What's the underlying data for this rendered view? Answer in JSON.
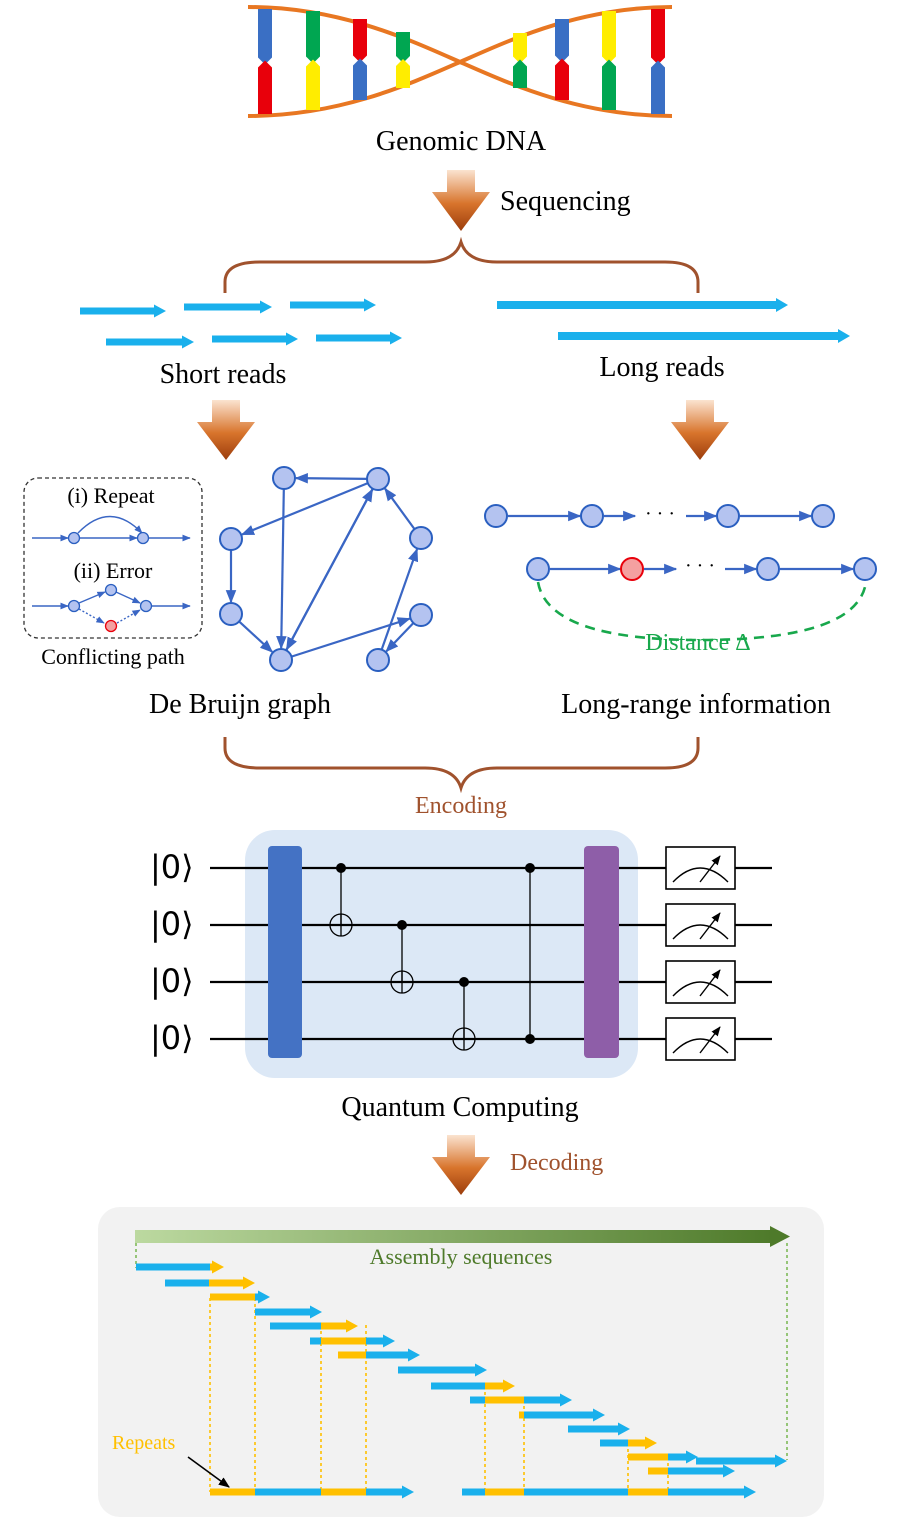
{
  "labels": {
    "genomic_dna": "Genomic DNA",
    "sequencing": "Sequencing",
    "short_reads": "Short reads",
    "long_reads": "Long reads",
    "repeat": "(i) Repeat",
    "error": "(ii) Error",
    "conflicting_path": "Conflicting path",
    "de_bruijn": "De Bruijn graph",
    "distance": "Distance Δ",
    "long_range": "Long-range information",
    "encoding": "Encoding",
    "qubit_state": "|0⟩",
    "quantum_computing": "Quantum Computing",
    "decoding": "Decoding",
    "assembly_sequences": "Assembly sequences",
    "repeats": "Repeats",
    "ellipsis": "· · ·"
  },
  "colors": {
    "dna_backbone": "#e87722",
    "base_blue": "#3a6fc4",
    "base_red": "#e8000b",
    "base_green": "#00a651",
    "base_yellow": "#ffed00",
    "read_blue": "#1ab0ec",
    "brace_brown": "#a0522d",
    "arrow_orange": "#c8571b",
    "node_fill": "#b4c3f0",
    "node_stroke": "#2a5fc0",
    "error_node": "#f4a0a0",
    "distance_green": "#18a84c",
    "encoding_brown": "#a0522d",
    "circuit_bg": "#dce8f6",
    "gate_blue": "#4472c4",
    "gate_purple": "#8e5ea8",
    "assembly_green": "#4e7a2a",
    "repeat_yellow": "#ffc000",
    "panel_bg": "#f2f2f2"
  },
  "qubits": [
    "|0⟩",
    "|0⟩",
    "|0⟩",
    "|0⟩"
  ],
  "icons": [
    "dna-helix-icon",
    "down-arrow-icon",
    "meter-icon",
    "cnot-target-icon"
  ]
}
